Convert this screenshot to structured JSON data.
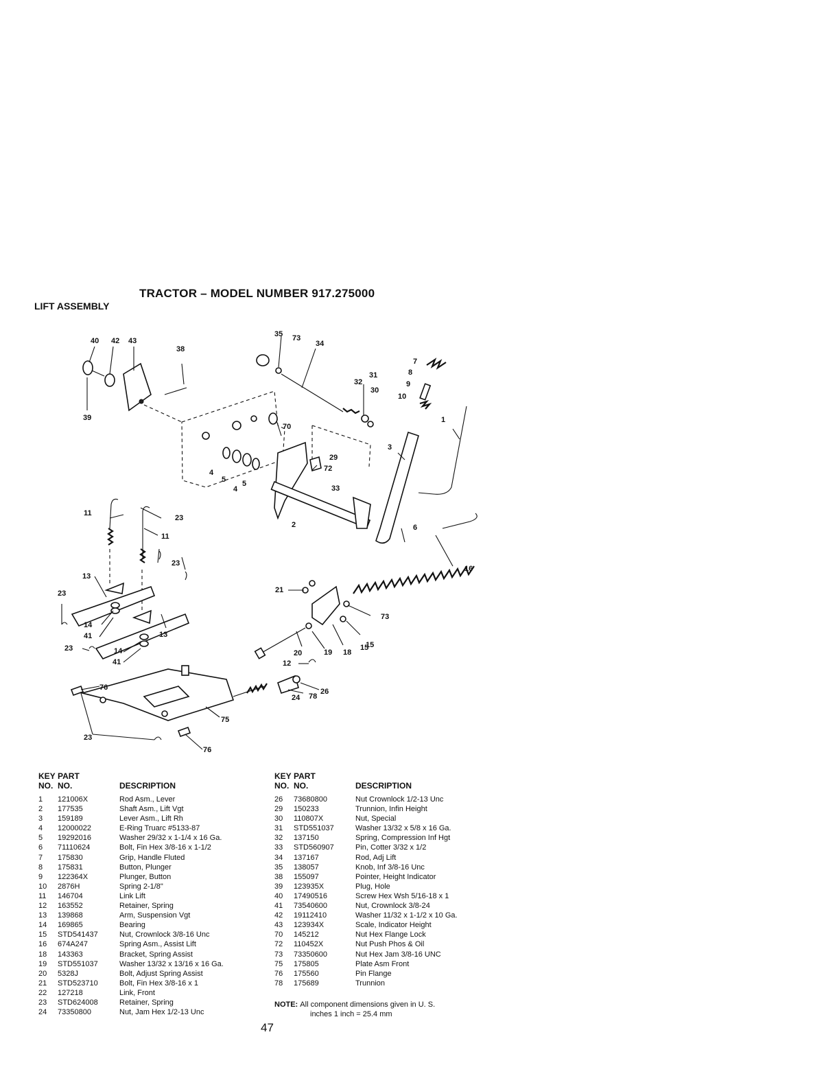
{
  "header": {
    "title": "TRACTOR – MODEL NUMBER 917.275000",
    "subtitle": "LIFT ASSEMBLY"
  },
  "diagram": {
    "callouts": [
      "40",
      "42",
      "43",
      "38",
      "39",
      "35",
      "73",
      "34",
      "31",
      "32",
      "30",
      "7",
      "8",
      "9",
      "10",
      "1",
      "70",
      "29",
      "72",
      "33",
      "3",
      "4",
      "5",
      "5",
      "4",
      "2",
      "6",
      "11",
      "23",
      "11",
      "23",
      "13",
      "23",
      "14",
      "41",
      "13",
      "23",
      "14",
      "41",
      "21",
      "73",
      "15",
      "16",
      "20",
      "19",
      "18",
      "15",
      "12",
      "26",
      "76",
      "24",
      "78",
      "75",
      "23",
      "76"
    ]
  },
  "table": {
    "headers": {
      "key_top": "KEY",
      "key_bottom": "NO.",
      "part_top": "PART",
      "part_bottom": "NO.",
      "description": "DESCRIPTION"
    },
    "left": [
      {
        "key": "1",
        "part": "121006X",
        "desc": "Rod Asm., Lever"
      },
      {
        "key": "2",
        "part": "177535",
        "desc": "Shaft Asm., Lift Vgt"
      },
      {
        "key": "3",
        "part": "159189",
        "desc": "Lever Asm., Lift Rh"
      },
      {
        "key": "4",
        "part": "12000022",
        "desc": "E-Ring Truarc #5133-87"
      },
      {
        "key": "5",
        "part": "19292016",
        "desc": "Washer 29/32 x 1-1/4 x 16 Ga."
      },
      {
        "key": "6",
        "part": "71110624",
        "desc": "Bolt, Fin Hex 3/8-16 x 1-1/2"
      },
      {
        "key": "7",
        "part": "175830",
        "desc": "Grip, Handle Fluted"
      },
      {
        "key": "8",
        "part": "175831",
        "desc": "Button, Plunger"
      },
      {
        "key": "9",
        "part": "122364X",
        "desc": "Plunger, Button"
      },
      {
        "key": "10",
        "part": "2876H",
        "desc": "Spring 2-1/8\""
      },
      {
        "key": "11",
        "part": "146704",
        "desc": "Link Lift"
      },
      {
        "key": "12",
        "part": "163552",
        "desc": "Retainer, Spring"
      },
      {
        "key": "13",
        "part": "139868",
        "desc": "Arm, Suspension Vgt"
      },
      {
        "key": "14",
        "part": "169865",
        "desc": "Bearing"
      },
      {
        "key": "15",
        "part": "STD541437",
        "desc": "Nut, Crownlock 3/8-16 Unc"
      },
      {
        "key": "16",
        "part": "674A247",
        "desc": "Spring Asm., Assist Lift"
      },
      {
        "key": "18",
        "part": "143363",
        "desc": "Bracket, Spring Assist"
      },
      {
        "key": "19",
        "part": "STD551037",
        "desc": "Washer 13/32 x 13/16 x 16 Ga."
      },
      {
        "key": "20",
        "part": "5328J",
        "desc": "Bolt, Adjust Spring Assist"
      },
      {
        "key": "21",
        "part": "STD523710",
        "desc": "Bolt, Fin Hex 3/8-16 x 1"
      },
      {
        "key": "22",
        "part": "127218",
        "desc": "Link, Front"
      },
      {
        "key": "23",
        "part": "STD624008",
        "desc": "Retainer, Spring"
      },
      {
        "key": "24",
        "part": "73350800",
        "desc": "Nut, Jam Hex 1/2-13 Unc"
      }
    ],
    "right": [
      {
        "key": "26",
        "part": "73680800",
        "desc": "Nut Crownlock 1/2-13 Unc"
      },
      {
        "key": "29",
        "part": "150233",
        "desc": "Trunnion, Infin Height"
      },
      {
        "key": "30",
        "part": "110807X",
        "desc": "Nut, Special"
      },
      {
        "key": "31",
        "part": "STD551037",
        "desc": "Washer 13/32 x 5/8 x 16 Ga."
      },
      {
        "key": "32",
        "part": "137150",
        "desc": "Spring, Compression Inf Hgt"
      },
      {
        "key": "33",
        "part": "STD560907",
        "desc": "Pin, Cotter 3/32 x 1/2"
      },
      {
        "key": "34",
        "part": "137167",
        "desc": "Rod, Adj Lift"
      },
      {
        "key": "35",
        "part": "138057",
        "desc": "Knob, Inf 3/8-16 Unc"
      },
      {
        "key": "38",
        "part": "155097",
        "desc": "Pointer, Height Indicator"
      },
      {
        "key": "39",
        "part": "123935X",
        "desc": "Plug, Hole"
      },
      {
        "key": "40",
        "part": "17490516",
        "desc": "Screw Hex Wsh 5/16-18 x 1"
      },
      {
        "key": "41",
        "part": "73540600",
        "desc": "Nut, Crownlock 3/8-24"
      },
      {
        "key": "42",
        "part": "19112410",
        "desc": "Washer 11/32 x 1-1/2 x 10 Ga."
      },
      {
        "key": "43",
        "part": "123934X",
        "desc": "Scale, Indicator Height"
      },
      {
        "key": "70",
        "part": "145212",
        "desc": "Nut Hex Flange Lock"
      },
      {
        "key": "72",
        "part": "110452X",
        "desc": "Nut Push Phos & Oil"
      },
      {
        "key": "73",
        "part": "73350600",
        "desc": "Nut Hex Jam 3/8-16 UNC"
      },
      {
        "key": "75",
        "part": "175805",
        "desc": "Plate Asm Front"
      },
      {
        "key": "76",
        "part": "175560",
        "desc": "Pin Flange"
      },
      {
        "key": "78",
        "part": "175689",
        "desc": "Trunnion"
      }
    ]
  },
  "note": {
    "label": "NOTE:",
    "line1": "All component dimensions given in U. S.",
    "line2": "inches 1 inch = 25.4 mm"
  },
  "page_number": "47"
}
